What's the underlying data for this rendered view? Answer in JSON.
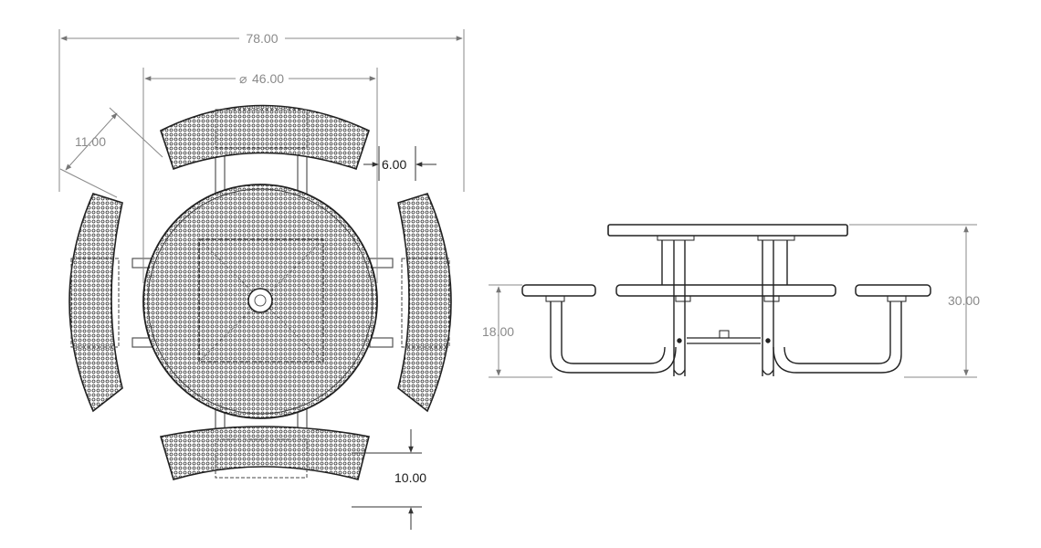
{
  "drawing": {
    "views": [
      "plan-view",
      "elevation-view"
    ],
    "plan": {
      "overall_width": "78.00",
      "table_diameter": "46.00",
      "seat_angle_offset": "11.00",
      "seat_gap": "6.00",
      "seat_depth": "10.00"
    },
    "elevation": {
      "seat_height": "18.00",
      "table_height": "30.00"
    },
    "symbols": {
      "diameter": "⌀"
    },
    "colors": {
      "line": "#2a2a2a",
      "dimension_line": "#8a8a8a",
      "mesh": "#3a3a3a",
      "paper": "#ffffff"
    }
  }
}
